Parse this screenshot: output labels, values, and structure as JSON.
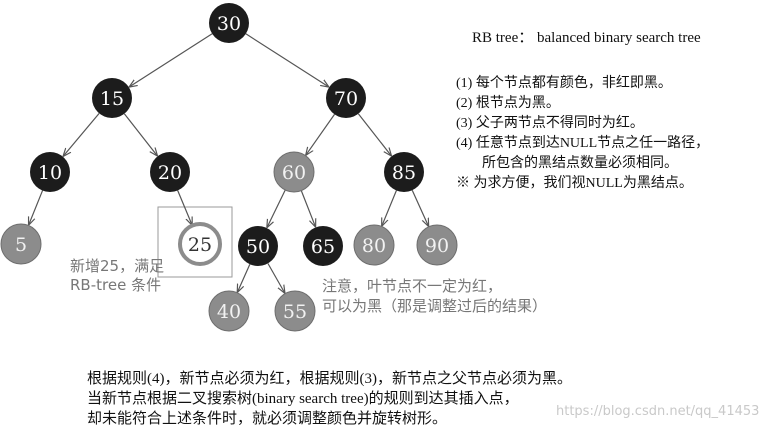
{
  "title": "RB tree： balanced binary search tree",
  "rules": [
    "(1) 每个节点都有颜色，非红即黑。",
    "(2) 根节点为黑。",
    "(3) 父子两节点不得同时为红。",
    "(4) 任意节点到达NULL节点之任一路径，",
    "所包含的黑结点数量必须相同。",
    "※ 为求方便，我们视NULL为黑结点。"
  ],
  "note_new": [
    "新增25，满足",
    "RB-tree 条件"
  ],
  "note_leaf": [
    "注意，叶节点不一定为红，",
    "可以为黑（那是调整过后的结果）"
  ],
  "bottom_text": [
    "根据规则(4)，新节点必须为红，根据规则(3)，新节点之父节点必须为黑。",
    "当新节点根据二叉搜索树(binary search tree)的规则到达其插入点，",
    "却未能符合上述条件时，就必须调整颜色并旋转树形。"
  ],
  "watermark": "https://blog.csdn.net/qq_41453285",
  "colors": {
    "black_node": "#1c1c1c",
    "red_node": "#8c8c8c",
    "new_node": "#ffffff",
    "new_node_ring": "#8c8c8c"
  },
  "tree": {
    "nodes": [
      {
        "id": "n30",
        "label": "30",
        "color": "black"
      },
      {
        "id": "n15",
        "label": "15",
        "color": "black"
      },
      {
        "id": "n70",
        "label": "70",
        "color": "black"
      },
      {
        "id": "n10",
        "label": "10",
        "color": "black"
      },
      {
        "id": "n20",
        "label": "20",
        "color": "black"
      },
      {
        "id": "n60",
        "label": "60",
        "color": "red"
      },
      {
        "id": "n85",
        "label": "85",
        "color": "black"
      },
      {
        "id": "n5",
        "label": "5",
        "color": "red"
      },
      {
        "id": "n25",
        "label": "25",
        "color": "new"
      },
      {
        "id": "n50",
        "label": "50",
        "color": "black"
      },
      {
        "id": "n65",
        "label": "65",
        "color": "black"
      },
      {
        "id": "n80",
        "label": "80",
        "color": "red"
      },
      {
        "id": "n90",
        "label": "90",
        "color": "red"
      },
      {
        "id": "n40",
        "label": "40",
        "color": "red"
      },
      {
        "id": "n55",
        "label": "55",
        "color": "red"
      }
    ],
    "edges": [
      [
        "n30",
        "n15"
      ],
      [
        "n30",
        "n70"
      ],
      [
        "n15",
        "n10"
      ],
      [
        "n15",
        "n20"
      ],
      [
        "n70",
        "n60"
      ],
      [
        "n70",
        "n85"
      ],
      [
        "n10",
        "n5"
      ],
      [
        "n20",
        "n25"
      ],
      [
        "n60",
        "n50"
      ],
      [
        "n60",
        "n65"
      ],
      [
        "n85",
        "n80"
      ],
      [
        "n85",
        "n90"
      ],
      [
        "n50",
        "n40"
      ],
      [
        "n50",
        "n55"
      ]
    ]
  }
}
